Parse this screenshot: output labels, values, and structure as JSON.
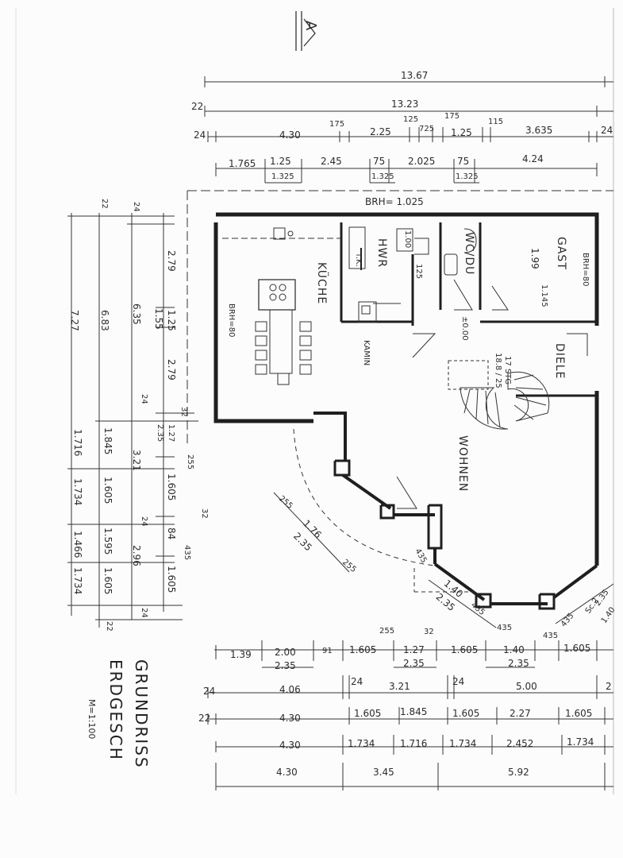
{
  "title_top": "GRUNDRISS",
  "title_bottom": "ERDGESCH",
  "scale": "M=1:100",
  "north_marker": "A",
  "rooms": {
    "kueche": "KÜCHE",
    "hwr": "HWR",
    "tk": "T.K.",
    "wc": "WC/DU",
    "gast": "GAST",
    "diele": "DIELE",
    "wohnen": "WOHNEN",
    "kamin": "KAMIN",
    "stair": "17 STG",
    "stair_rise": "18.8 / 25",
    "level": "±0.00",
    "brh_top": "BRH= 1.025",
    "brh_kitchen": "BRH=80",
    "brh_gast": "BRH=80",
    "gast_w": "1.99",
    "gast_d": "1.145",
    "hwr_w": "1.00",
    "hwr_d": "125"
  },
  "top_dims": {
    "r1": "13.67",
    "r2": "13.23",
    "r2_side": "22",
    "r3": [
      "24",
      "4.30",
      "175",
      "2.25",
      "125",
      "725",
      "175",
      "1.25",
      "115",
      "3.635",
      "24"
    ],
    "r4": [
      "1.765",
      "1.25",
      "2.45",
      "75",
      "2.025",
      "75",
      "4.24"
    ],
    "r4_sub": [
      "1.325",
      "1.325",
      "1.325"
    ]
  },
  "bottom_dims": {
    "r0": [
      "255",
      "32",
      "435",
      "435"
    ],
    "r1": [
      "1.39",
      "2.00",
      "91",
      "1.605",
      "1.27",
      "1.605",
      "1.40",
      "1.605"
    ],
    "r1_sub": [
      "2.35",
      "2.35",
      "2.35"
    ],
    "r2": [
      "24",
      "4.06",
      "24",
      "3.21",
      "24",
      "5.00",
      "2"
    ],
    "r3": [
      "22",
      "4.30",
      "1.605",
      "1.845",
      "1.605",
      "2.27",
      "1.605"
    ],
    "r4": [
      "4.30",
      "1.734",
      "1.716",
      "1.734",
      "2.452",
      "1.734"
    ],
    "r5": [
      "4.30",
      "3.45",
      "5.92"
    ]
  },
  "left_dims": {
    "totals": [
      "7.27",
      "6.83",
      "6.35"
    ],
    "tops": [
      "22",
      "24"
    ],
    "c3": [
      "2.79",
      "1.25",
      "1.55",
      "2.79",
      "24",
      "32"
    ],
    "lower_a": [
      "1.716",
      "1.734",
      "1.466",
      "1.734"
    ],
    "lower_b": [
      "1.845",
      "1.605",
      "1.595",
      "1.605"
    ],
    "lower_c": [
      "3.21",
      "24",
      "2.96",
      "24"
    ],
    "lower_d": [
      "1.27",
      "2.35",
      "255",
      "1.605",
      "84",
      "1.605",
      "32",
      "435",
      "22"
    ]
  },
  "bay_dims": [
    "255",
    "1.76",
    "2.35",
    "255",
    "435",
    "1.40",
    "2.35",
    "435",
    "Sc.2",
    "1.40",
    "2.35",
    "435"
  ]
}
